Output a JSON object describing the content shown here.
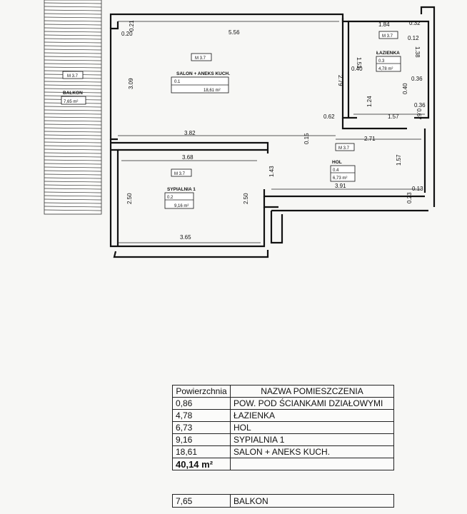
{
  "plan": {
    "dims": {
      "salon_width": "5.56",
      "salon_depth": "3.09",
      "salon_small_1": "0.20",
      "salon_small_2": "0.21",
      "salon_right": "2.79",
      "salon_bottom_left": "3.82",
      "salon_bottom_right": "0.62",
      "laz_top": "1.84",
      "laz_left": "1.53",
      "laz_right": "1.38",
      "laz_small_1": "0.32",
      "laz_small_2": "0.12",
      "laz_small_3": "0.40",
      "laz_small_4": "0.36",
      "laz_small_5": "0.40",
      "laz_small_6": "0.36",
      "laz_small_7": "0.67",
      "laz_bottom": "1.57",
      "hol_left": "1.24",
      "hol_width": "2.71",
      "hol_small_1": "0.15",
      "hol_right": "1.57",
      "hol_small_2": "0.13",
      "hol_small_3": "0.23",
      "hol_bottom": "3.91",
      "hol_height": "1.43",
      "syp_top": "3.68",
      "syp_left": "2.50",
      "syp_right": "2.50",
      "syp_bottom": "3.65"
    },
    "rooms": {
      "balkon": {
        "code": "M 3.7",
        "name": "BALKON",
        "area": "7,65 m²"
      },
      "salon": {
        "code": "M 3.7",
        "name": "SALON + ANEKS KUCH.",
        "num": "0.1",
        "area": "18,61 m²"
      },
      "lazienka": {
        "code": "M 3.7",
        "name": "ŁAZIENKA",
        "num": "0.3",
        "area": "4,78 m²"
      },
      "hol": {
        "code": "M 3.7",
        "name": "HOL",
        "num": "0.4",
        "area": "6,73 m²"
      },
      "sypialnia": {
        "code": "M 3.7",
        "name": "SYPIALNIA 1",
        "num": "0.2",
        "area": "9,16 m²"
      }
    }
  },
  "table": {
    "headers": [
      "Powierzchnia",
      "NAZWA POMIESZCZENIA"
    ],
    "rows": [
      [
        "0,86",
        "POW. POD ŚCIANKAMI DZIAŁOWYMI"
      ],
      [
        "4,78",
        "ŁAZIENKA"
      ],
      [
        "6,73",
        "HOL"
      ],
      [
        "9,16",
        "SYPIALNIA 1"
      ],
      [
        "18,61",
        "SALON + ANEKS KUCH."
      ]
    ],
    "total": "40,14 m²"
  },
  "balkon_row": [
    "7,65",
    "BALKON"
  ]
}
